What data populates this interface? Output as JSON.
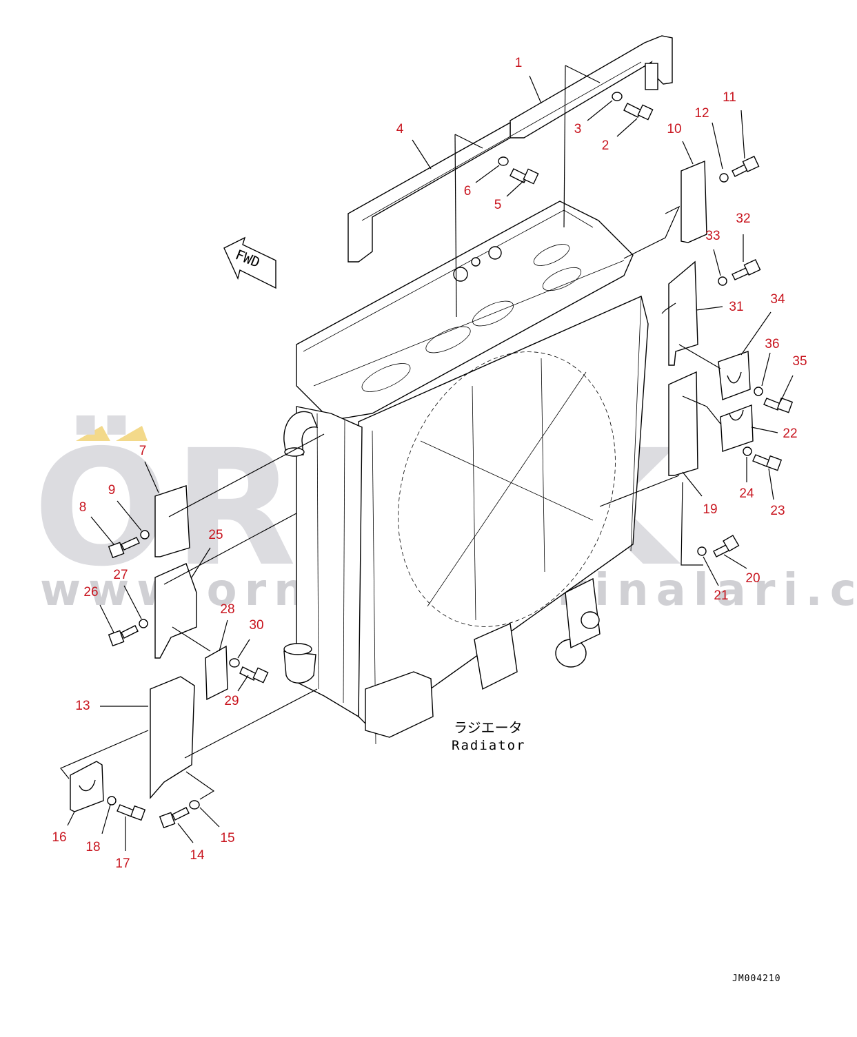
{
  "watermark": {
    "brand": "ÖRNEK",
    "url": "www.ornekiismakinalari.com.tr",
    "accent": "#f3d98a",
    "color": "#dcdce0"
  },
  "arrow_label": "FWD",
  "component_label_jp": "ラジエータ",
  "component_label_en": "Radiator",
  "drawing_code": "JM004210",
  "callout_color": "#c8141e",
  "callouts": [
    {
      "id": "c1",
      "text": "1"
    },
    {
      "id": "c2",
      "text": "2"
    },
    {
      "id": "c3",
      "text": "3"
    },
    {
      "id": "c4",
      "text": "4"
    },
    {
      "id": "c5",
      "text": "5"
    },
    {
      "id": "c6",
      "text": "6"
    },
    {
      "id": "c7",
      "text": "7"
    },
    {
      "id": "c8",
      "text": "8"
    },
    {
      "id": "c9",
      "text": "9"
    },
    {
      "id": "c10",
      "text": "10"
    },
    {
      "id": "c11",
      "text": "11"
    },
    {
      "id": "c12",
      "text": "12"
    },
    {
      "id": "c13",
      "text": "13"
    },
    {
      "id": "c14",
      "text": "14"
    },
    {
      "id": "c15",
      "text": "15"
    },
    {
      "id": "c16",
      "text": "16"
    },
    {
      "id": "c17",
      "text": "17"
    },
    {
      "id": "c18",
      "text": "18"
    },
    {
      "id": "c19",
      "text": "19"
    },
    {
      "id": "c20",
      "text": "20"
    },
    {
      "id": "c21",
      "text": "21"
    },
    {
      "id": "c22",
      "text": "22"
    },
    {
      "id": "c23",
      "text": "23"
    },
    {
      "id": "c24",
      "text": "24"
    },
    {
      "id": "c25",
      "text": "25"
    },
    {
      "id": "c26",
      "text": "26"
    },
    {
      "id": "c27",
      "text": "27"
    },
    {
      "id": "c28",
      "text": "28"
    },
    {
      "id": "c29",
      "text": "29"
    },
    {
      "id": "c30",
      "text": "30"
    },
    {
      "id": "c31",
      "text": "31"
    },
    {
      "id": "c32",
      "text": "32"
    },
    {
      "id": "c33",
      "text": "33"
    },
    {
      "id": "c34",
      "text": "34"
    },
    {
      "id": "c35",
      "text": "35"
    },
    {
      "id": "c36",
      "text": "36"
    }
  ]
}
